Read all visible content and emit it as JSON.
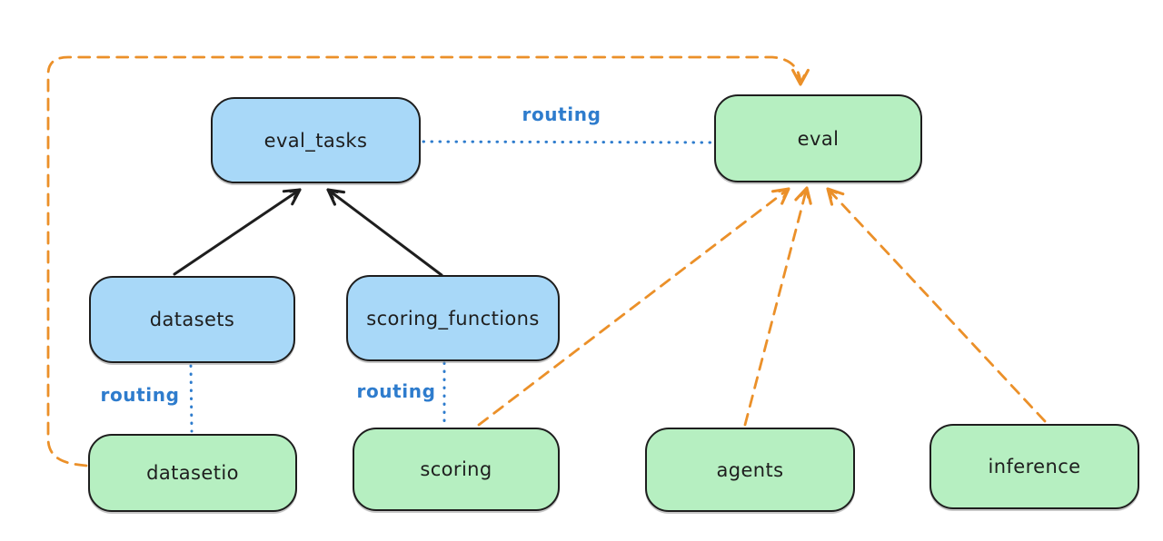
{
  "diagram": {
    "kind": "architecture-flow-diagram",
    "nodes": [
      {
        "id": "eval_tasks",
        "label": "eval_tasks",
        "fill": "blue"
      },
      {
        "id": "eval",
        "label": "eval",
        "fill": "green"
      },
      {
        "id": "datasets",
        "label": "datasets",
        "fill": "blue"
      },
      {
        "id": "scoring_functions",
        "label": "scoring_functions",
        "fill": "blue"
      },
      {
        "id": "datasetio",
        "label": "datasetio",
        "fill": "green"
      },
      {
        "id": "scoring",
        "label": "scoring",
        "fill": "green"
      },
      {
        "id": "agents",
        "label": "agents",
        "fill": "green"
      },
      {
        "id": "inference",
        "label": "inference",
        "fill": "green"
      }
    ],
    "edges": [
      {
        "from": "datasets",
        "to": "eval_tasks",
        "style": "solid-arrow",
        "color": "black"
      },
      {
        "from": "scoring_functions",
        "to": "eval_tasks",
        "style": "solid-arrow",
        "color": "black"
      },
      {
        "from": "eval_tasks",
        "to": "eval",
        "style": "dotted",
        "color": "blue",
        "label": "routing"
      },
      {
        "from": "datasets",
        "to": "datasetio",
        "style": "dotted",
        "color": "blue",
        "label": "routing"
      },
      {
        "from": "scoring_functions",
        "to": "scoring",
        "style": "dotted",
        "color": "blue",
        "label": "routing"
      },
      {
        "from": "scoring",
        "to": "eval",
        "style": "dashed-arrow",
        "color": "orange"
      },
      {
        "from": "agents",
        "to": "eval",
        "style": "dashed-arrow",
        "color": "orange"
      },
      {
        "from": "inference",
        "to": "eval",
        "style": "dashed-arrow",
        "color": "orange"
      },
      {
        "from": "datasetio",
        "to": "eval",
        "style": "dashed-arrow",
        "color": "orange",
        "route": "left-top-loop"
      }
    ],
    "colors": {
      "blue_fill": "#a8d8f8",
      "green_fill": "#b6efc1",
      "stroke": "#1e1e1e",
      "routing_blue": "#2e7ccd",
      "dependency_orange": "#eb9029",
      "background": "#ffffff"
    }
  }
}
